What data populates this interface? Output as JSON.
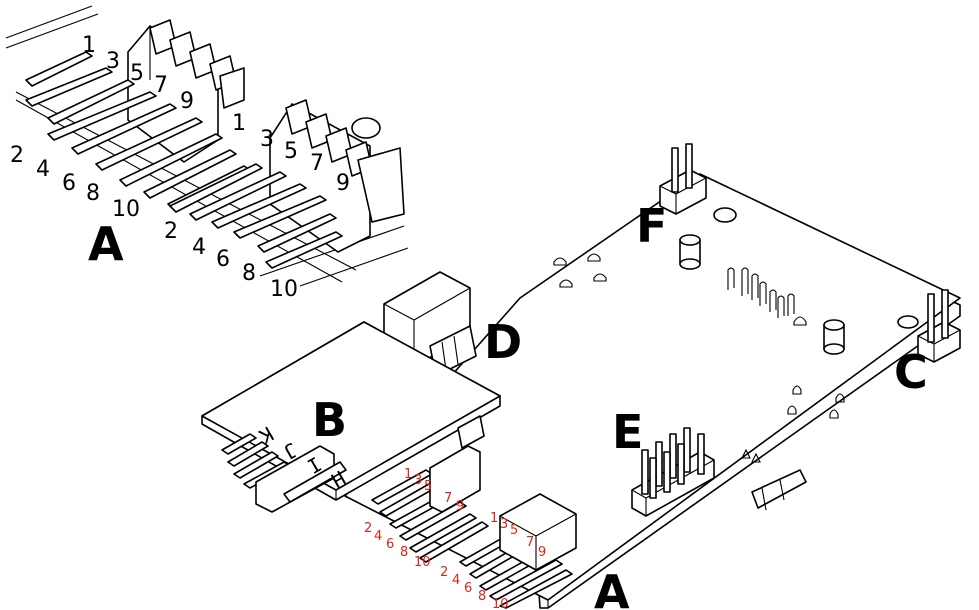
{
  "labels": {
    "A_inset": "A",
    "A_board": "A",
    "B": "B",
    "C": "C",
    "D": "D",
    "E": "E",
    "F": "F"
  },
  "silkscreen": [
    "K",
    "J",
    "I",
    "H"
  ],
  "inset_pins": {
    "left_odd": [
      "1",
      "3",
      "5",
      "7",
      "9"
    ],
    "left_even": [
      "2",
      "4",
      "6",
      "8",
      "10"
    ],
    "right_odd": [
      "1",
      "3",
      "5",
      "7",
      "9"
    ],
    "right_even": [
      "2",
      "4",
      "6",
      "8",
      "10"
    ]
  },
  "board_pins": {
    "left_odd": [
      "1",
      "3",
      "5",
      "7",
      "9"
    ],
    "left_even": [
      "2",
      "4",
      "6",
      "8",
      "10"
    ],
    "right_odd": [
      "1",
      "3",
      "5",
      "7",
      "9"
    ],
    "right_even": [
      "2",
      "4",
      "6",
      "8",
      "10"
    ]
  },
  "colors": {
    "line": "#000000",
    "pin_numbers_board": "#e0241b",
    "background": "#ffffff"
  }
}
